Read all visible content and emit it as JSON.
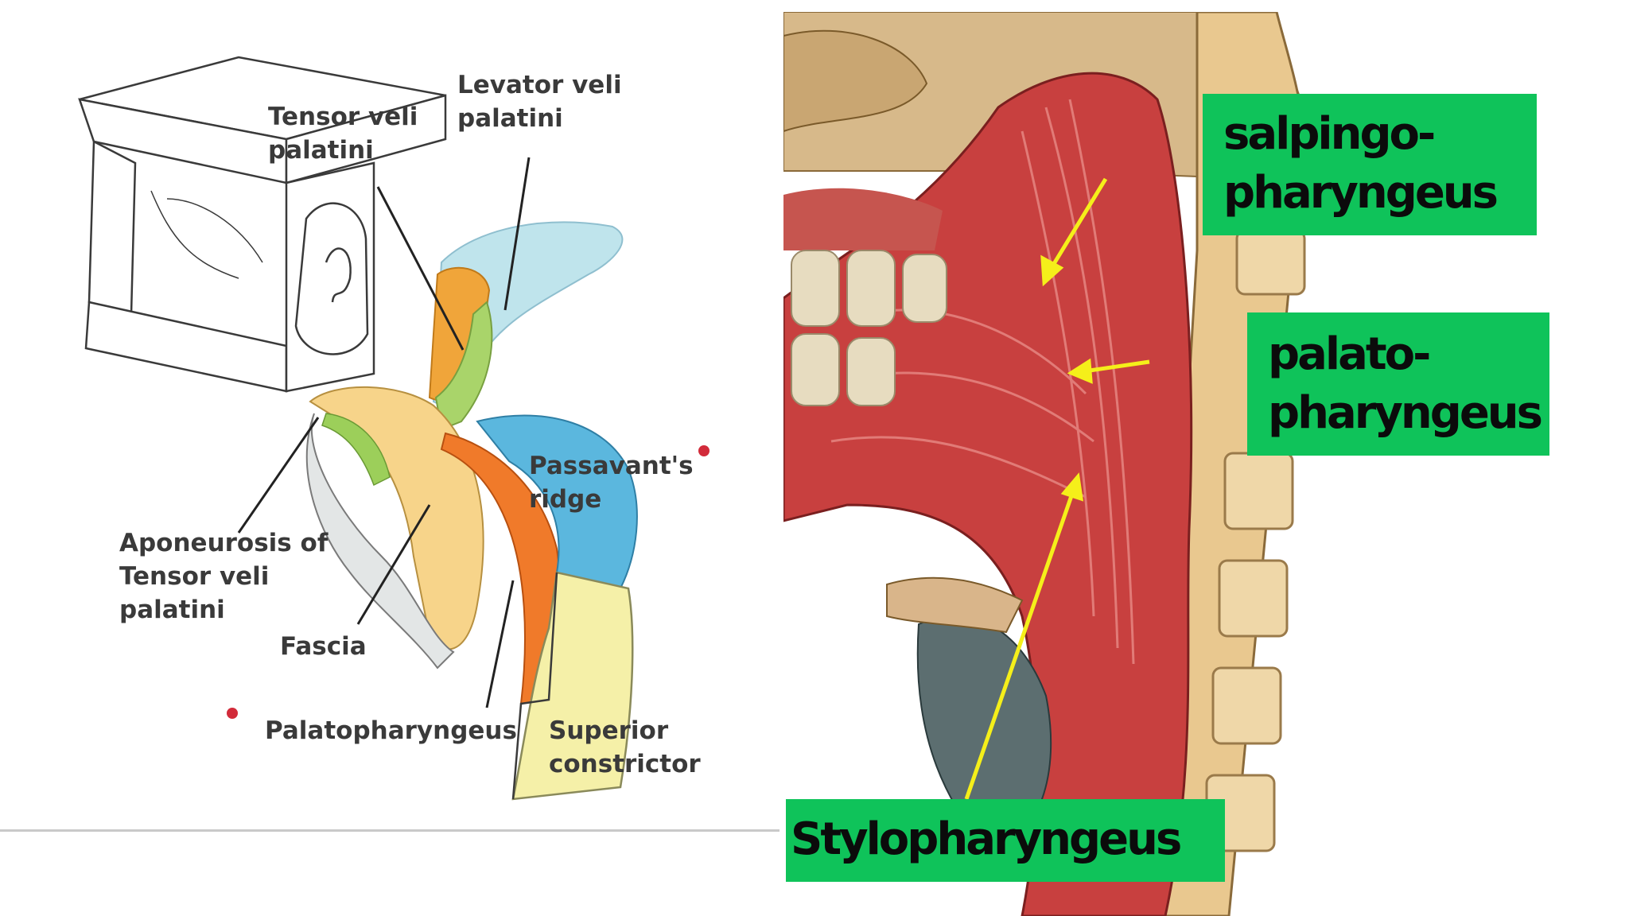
{
  "left_diagram": {
    "labels": {
      "tensor_veli_palatini": "Tensor veli\npalatini",
      "levator_veli_palatini": "Levator veli\npalatini",
      "passavants_ridge": "Passavant's\nridge",
      "aponeurosis": "Aponeurosis of\nTensor veli\npalatini",
      "fascia": "Fascia",
      "palatopharyngeus": "Palatopharyngeus",
      "superior_constrictor": "Superior\nconstrictor"
    },
    "colors": {
      "levator_blue": "#bfe4ec",
      "tensor_orange": "#f0a53a",
      "aponeurosis_green": "#a9d46a",
      "palatopharyngeus_orange": "#f07a2a",
      "passavant_blue": "#5bb7de",
      "constrictor_yellow": "#f5f0a8",
      "marker_red": "#d22b3a"
    }
  },
  "right_illustration": {
    "labels": {
      "salpingopharyngeus": "salpingo-\npharyngeus",
      "palatopharyngeus": "palato-\npharyngeus",
      "stylopharyngeus": "Stylopharyngeus"
    },
    "colors": {
      "label_box": "#0fc35a",
      "arrow": "#f5ef1a",
      "muscle": "#c8403f",
      "bone": "#e9c88f"
    }
  }
}
